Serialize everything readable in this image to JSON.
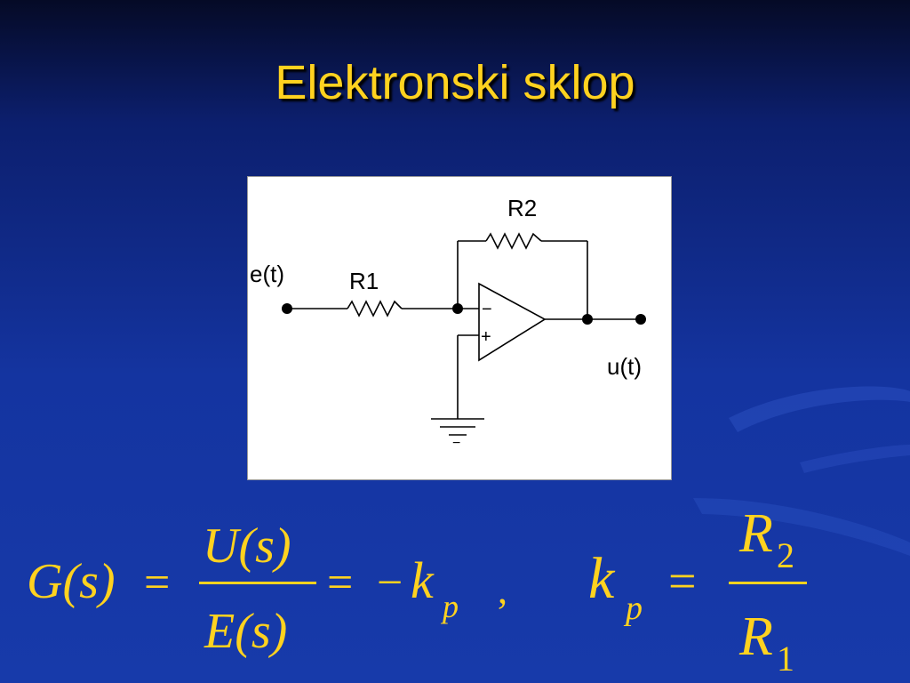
{
  "slide": {
    "title": "Elektronski sklop"
  },
  "circuit": {
    "input_label": "e(t)",
    "output_label": "u(t)",
    "r1_label": "R1",
    "r2_label": "R2",
    "minus_sign": "−",
    "plus_sign": "+",
    "ground_minus": "−"
  },
  "equation": {
    "lhs": "G(s)",
    "eq1": "=",
    "num": "U(s)",
    "den": "E(s)",
    "eq2": "=",
    "neg": "−",
    "k": "k",
    "p_sub": "p",
    "comma": ",",
    "k2": "k",
    "p_sub2": "p",
    "eq3": "=",
    "r": "R",
    "two": "2",
    "r_b": "R",
    "one": "1"
  },
  "colors": {
    "accent": "#ffd21f",
    "background": "#1434a0"
  }
}
